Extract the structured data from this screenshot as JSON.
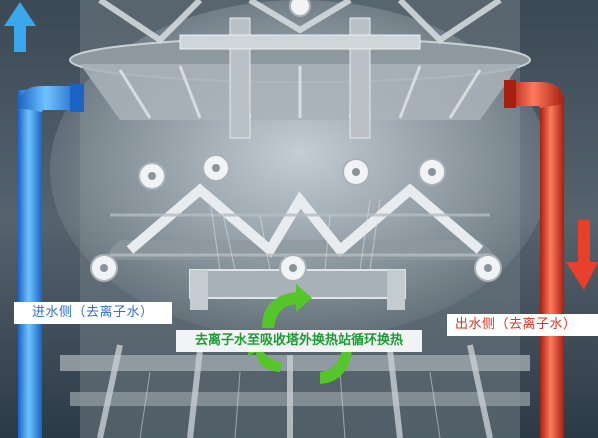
{
  "labels": {
    "inlet": "进水侧（去离子水）",
    "outlet": "出水侧（去离子水）",
    "center": "去离子水至吸收塔外换热站循环换热"
  },
  "colors": {
    "inlet_pipe": "#2f8fe8",
    "inlet_arrow": "#3aa6ec",
    "outlet_pipe": "#e13a22",
    "outlet_arrow": "#e8402a",
    "cycle_arrows": "#55c62a",
    "background": "#1d2a36"
  },
  "icons": {
    "up_arrow": "up-arrow-icon",
    "down_arrow": "down-arrow-icon",
    "cycle": "circular-arrows-icon"
  }
}
